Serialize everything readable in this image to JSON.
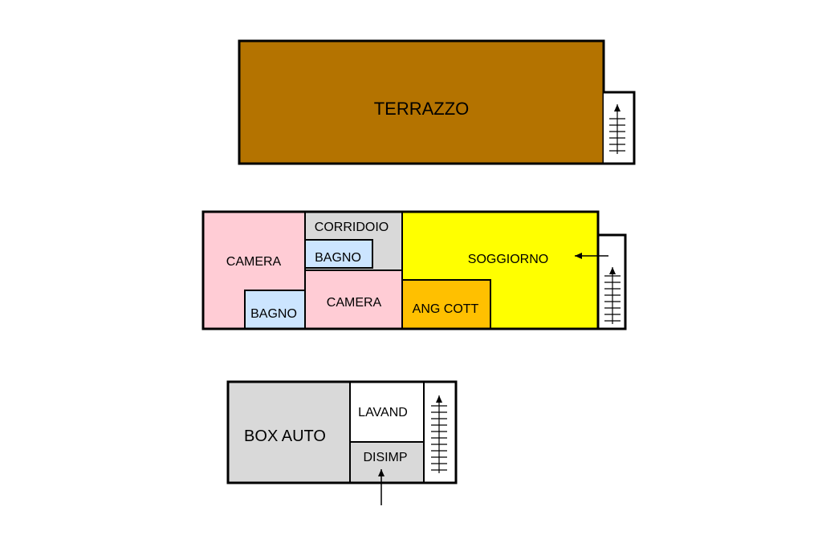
{
  "colors": {
    "terrazzo": "#b47300",
    "camera": "#ffccd5",
    "bagno": "#cce5ff",
    "corridoio": "#d9d9d9",
    "soggiorno": "#ffff00",
    "ang_cott": "#ffc000",
    "box_auto": "#d9d9d9",
    "lavand": "#ffffff",
    "disimp": "#d9d9d9",
    "stairs": "#ffffff",
    "walls": "#000000"
  },
  "floors": {
    "top": {
      "terrazzo": "TERRAZZO"
    },
    "middle": {
      "camera_left": "CAMERA",
      "bagno_left": "BAGNO",
      "corridoio": "CORRIDOIO",
      "bagno_center": "BAGNO",
      "camera_center": "CAMERA",
      "ang_cott": "ANG COTT",
      "soggiorno": "SOGGIORNO"
    },
    "bottom": {
      "box_auto": "BOX AUTO",
      "lavand": "LAVAND",
      "disimp": "DISIMP"
    }
  },
  "icons": [
    "stairs-icon",
    "entrance-arrow-icon"
  ]
}
